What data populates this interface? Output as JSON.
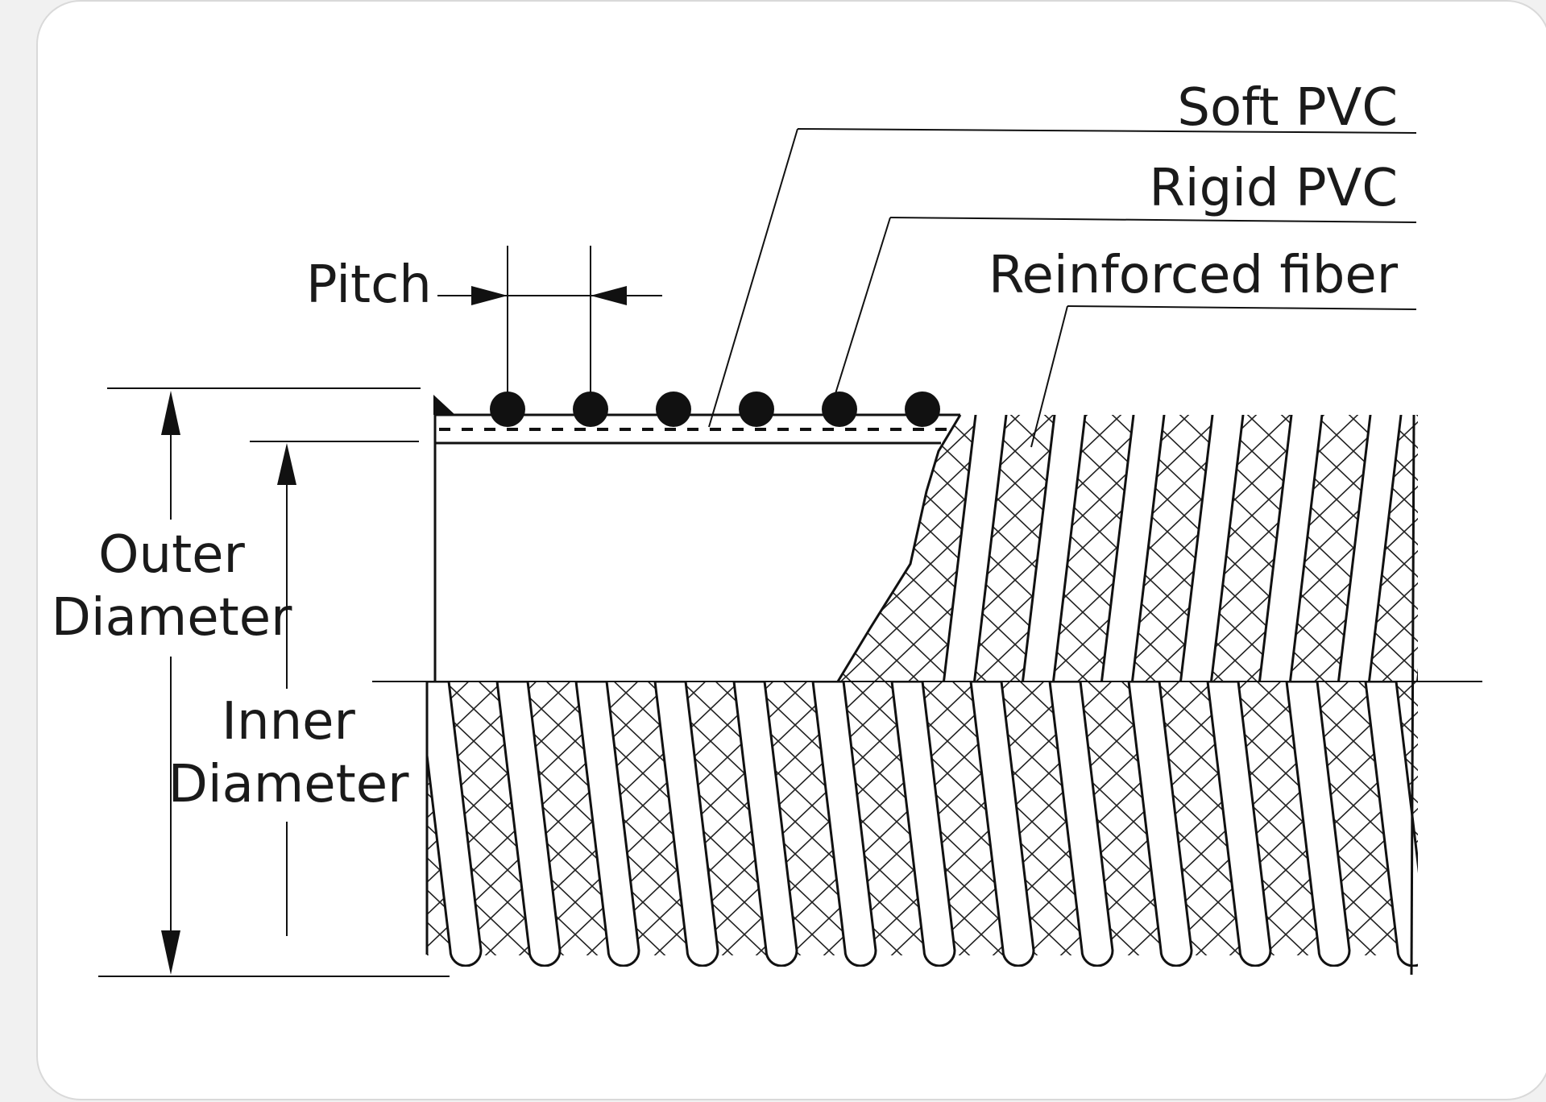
{
  "labels": {
    "soft_pvc": "Soft PVC",
    "rigid_pvc": "Rigid PVC",
    "reinforced_fiber": "Reinforced fiber",
    "pitch": "Pitch",
    "outer_line1": "Outer",
    "outer_line2": "Diameter",
    "inner_line1": "Inner",
    "inner_line2": "Diameter"
  },
  "icons": {
    "hose": "hose-cross-section-icon"
  }
}
